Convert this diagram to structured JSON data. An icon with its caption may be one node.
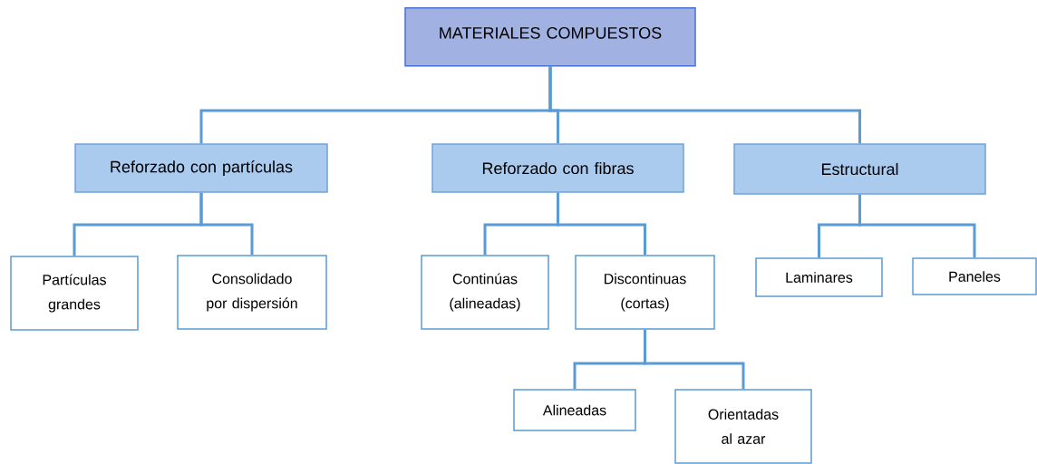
{
  "diagram": {
    "nodes": [
      {
        "text": [
          "MATERIALES COMPUESTOS"
        ]
      },
      {
        "text": [
          "Reforzado con partículas"
        ]
      },
      {
        "text": [
          "Reforzado con fibras"
        ]
      },
      {
        "text": [
          "Estructural"
        ]
      },
      {
        "text": [
          "Partículas grandes"
        ]
      },
      {
        "text": [
          "Consolidado por dispersión"
        ]
      },
      {
        "text": [
          "Continúas (alineadas)"
        ]
      },
      {
        "text": [
          "Discontinuas (cortas)"
        ]
      },
      {
        "text": [
          "Laminares"
        ]
      },
      {
        "text": [
          "Paneles"
        ]
      },
      {
        "text": [
          "Alineadas"
        ]
      },
      {
        "text": [
          "Orientadas al azar"
        ]
      }
    ],
    "edges": [
      {
        "from": 0,
        "to": 1,
        "arrow": "none"
      },
      {
        "from": 0,
        "to": 2,
        "arrow": "none"
      },
      {
        "from": 0,
        "to": 3,
        "arrow": "none"
      },
      {
        "from": 1,
        "to": 4,
        "arrow": "none"
      },
      {
        "from": 1,
        "to": 5,
        "arrow": "none"
      },
      {
        "from": 2,
        "to": 6,
        "arrow": "none"
      },
      {
        "from": 2,
        "to": 7,
        "arrow": "none"
      },
      {
        "from": 3,
        "to": 8,
        "arrow": "none"
      },
      {
        "from": 3,
        "to": 9,
        "arrow": "none"
      },
      {
        "from": 7,
        "to": 10,
        "arrow": "none"
      },
      {
        "from": 7,
        "to": 11,
        "arrow": "none"
      }
    ]
  }
}
